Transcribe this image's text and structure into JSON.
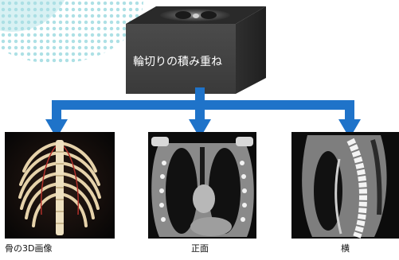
{
  "cube": {
    "label": "輪切りの積み重ね",
    "icon": "ct-slice-stack-icon"
  },
  "arrow_color": "#1f73c9",
  "images": [
    {
      "label": "骨の3D画像",
      "icon": "ribcage-3d-image"
    },
    {
      "label": "正面",
      "icon": "coronal-ct-image"
    },
    {
      "label": "横",
      "icon": "sagittal-ct-image"
    }
  ]
}
